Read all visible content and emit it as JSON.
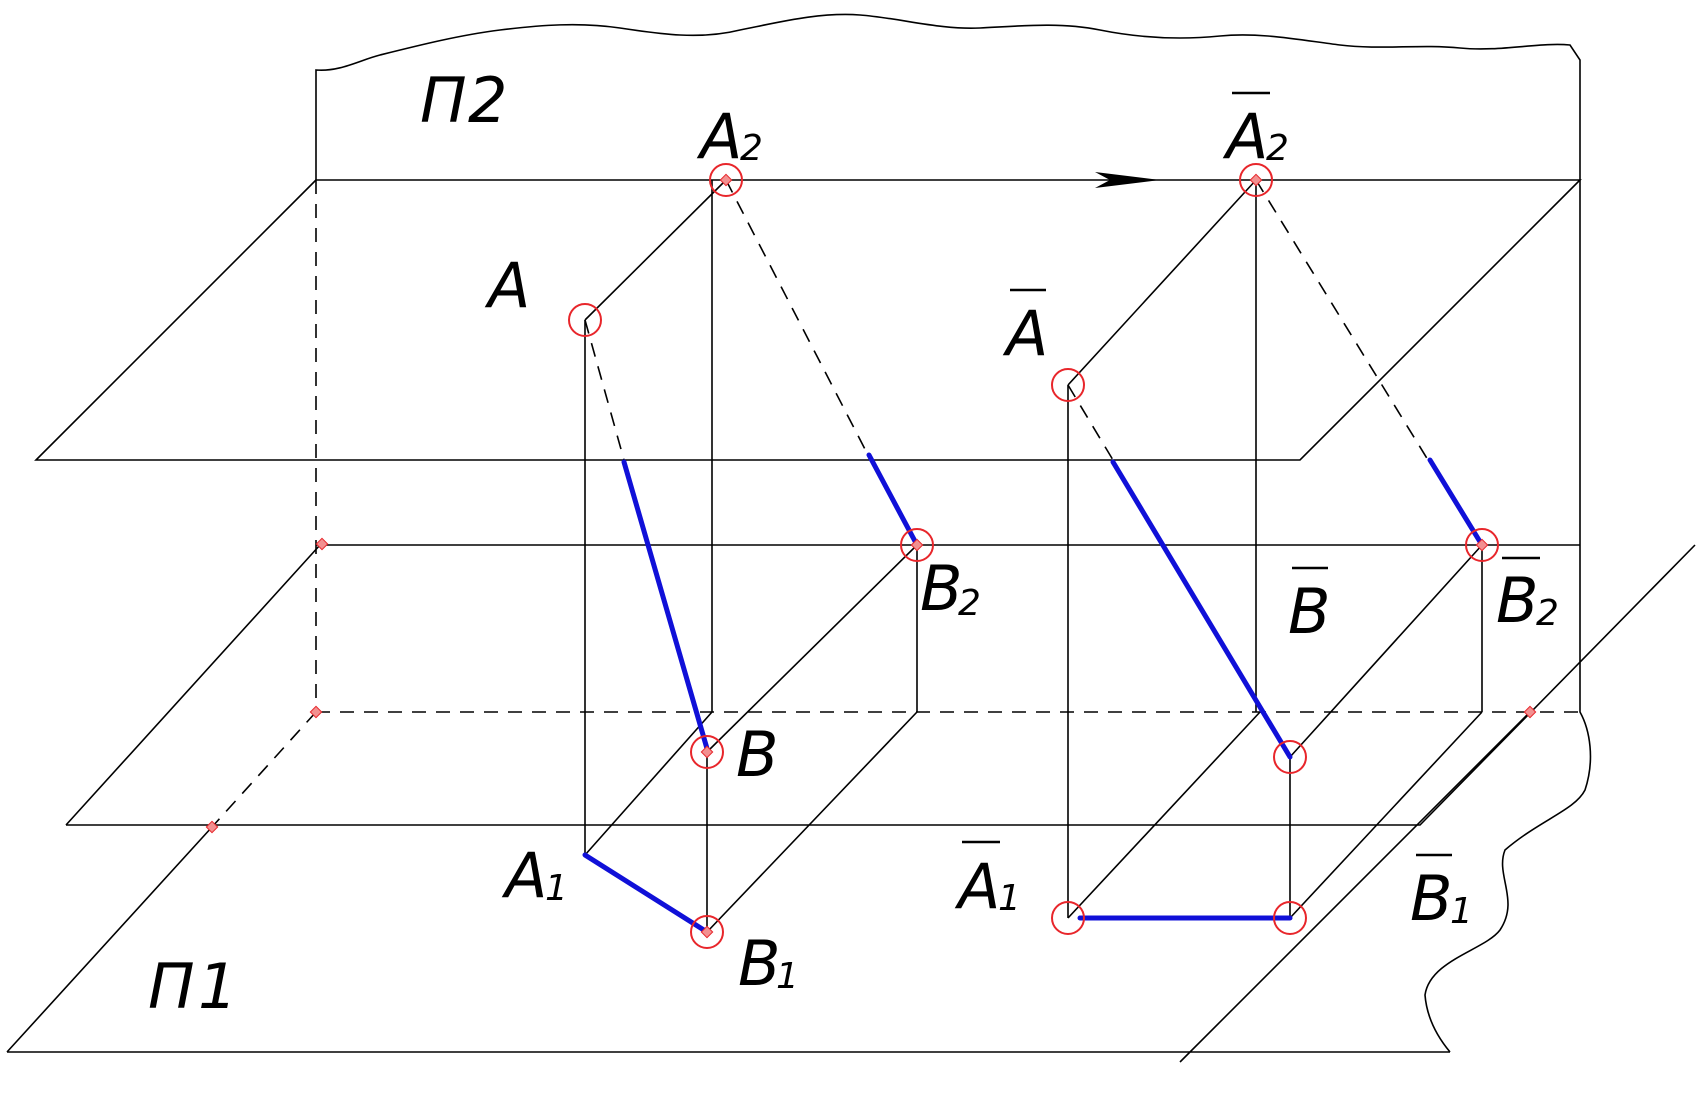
{
  "planes": {
    "frontal": {
      "letter": "П",
      "index": "2"
    },
    "horizontal": {
      "letter": "П",
      "index": "1"
    }
  },
  "points": {
    "A": "A",
    "A2": {
      "base": "A",
      "index": "2"
    },
    "A1": {
      "base": "A",
      "index": "1"
    },
    "B": "B",
    "B2": {
      "base": "B",
      "index": "2"
    },
    "B1": {
      "base": "B",
      "index": "1"
    },
    "A_bar": "A",
    "A2_bar": {
      "base": "A",
      "index": "2"
    },
    "A1_bar": {
      "base": "A",
      "index": "1"
    },
    "B_bar": "B",
    "B2_bar": {
      "base": "B",
      "index": "2"
    },
    "B1_bar": {
      "base": "B",
      "index": "1"
    }
  },
  "colors": {
    "segment": "#1010d8",
    "marker": "#e8262b",
    "line": "#000000"
  }
}
